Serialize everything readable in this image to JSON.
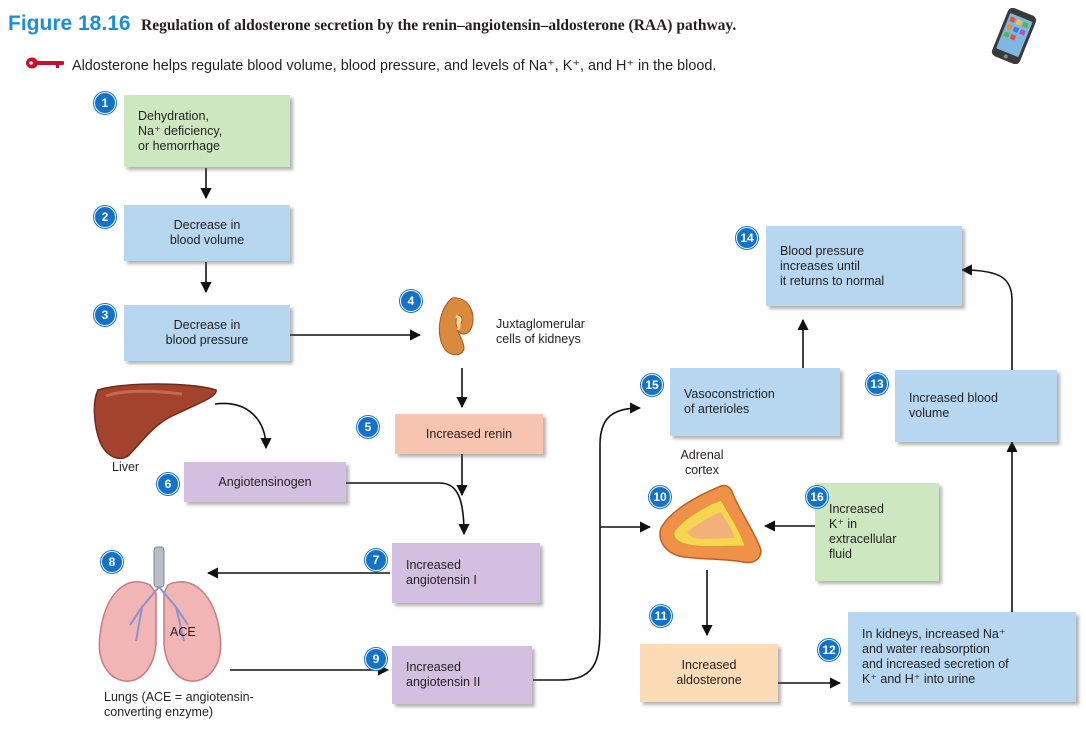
{
  "header": {
    "figure_number": "Figure 18.16",
    "title": "Regulation of aldosterone secretion by the renin–angiotensin–aldosterone (RAA) pathway.",
    "subtitle": "Aldosterone helps regulate blood volume, blood pressure, and levels of Na⁺, K⁺, and H⁺ in the blood."
  },
  "boxes": {
    "step1": "Dehydration,\nNa⁺ deficiency,\nor hemorrhage",
    "step2": "Decrease in\nblood volume",
    "step3": "Decrease in\nblood pressure",
    "step5": "Increased renin",
    "step6": "Angiotensinogen",
    "step7": "Increased\nangiotensin I",
    "step9": "Increased\nangiotensin II",
    "step11": "Increased\naldosterone",
    "step12": "In kidneys, increased Na⁺\nand water reabsorption\nand increased secretion of\nK⁺ and H⁺ into urine",
    "step13": "Increased blood\nvolume",
    "step14": "Blood pressure\nincreases until\nit returns to normal",
    "step15": "Vasoconstriction\nof arterioles",
    "step16": "Increased\nK⁺ in\nextracellular\nfluid"
  },
  "labels": {
    "juxtaglomerular": "Juxtaglomerular\ncells of kidneys",
    "liver": "Liver",
    "adrenal": "Adrenal\ncortex",
    "ace": "ACE",
    "lungs": "Lungs (ACE = angiotensin-\nconverting enzyme)"
  },
  "badges": {
    "b1": "1",
    "b2": "2",
    "b3": "3",
    "b4": "4",
    "b5": "5",
    "b6": "6",
    "b8": "8",
    "b7": "7",
    "b9": "9",
    "b10": "10",
    "b11": "11",
    "b12": "12",
    "b13": "13",
    "b14": "14",
    "b15": "15",
    "b16": "16"
  },
  "colors": {
    "figure_number": "#1b8fd6",
    "badge": "#1572c9",
    "green_box": "#cde8c1",
    "blue_box": "#b6d7ef",
    "salmon_box": "#f7c4af",
    "purple_box": "#d3bfdf",
    "peach_box": "#fcdcb7",
    "key_icon": "#c8102e"
  },
  "icons": [
    "key-icon",
    "smartphone-icon",
    "kidney-icon",
    "liver-icon",
    "adrenal-gland-icon",
    "lungs-icon"
  ]
}
